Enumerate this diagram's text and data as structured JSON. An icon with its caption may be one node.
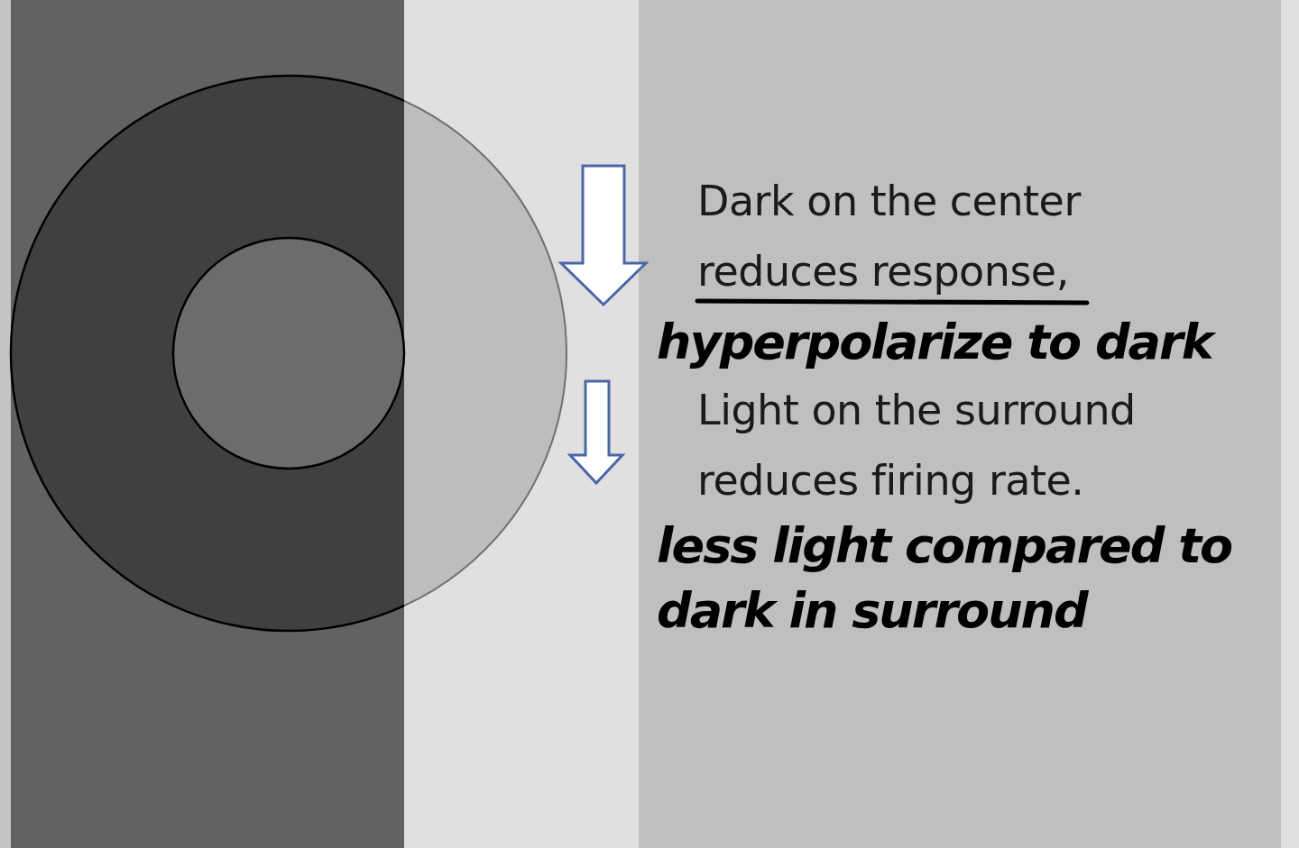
{
  "diagram": {
    "labels": [
      "Dark on the center reduces response,",
      "hyperpolarize to dark",
      "Light on the surround reduces firing rate.",
      "less light compared to dark in surround"
    ]
  }
}
